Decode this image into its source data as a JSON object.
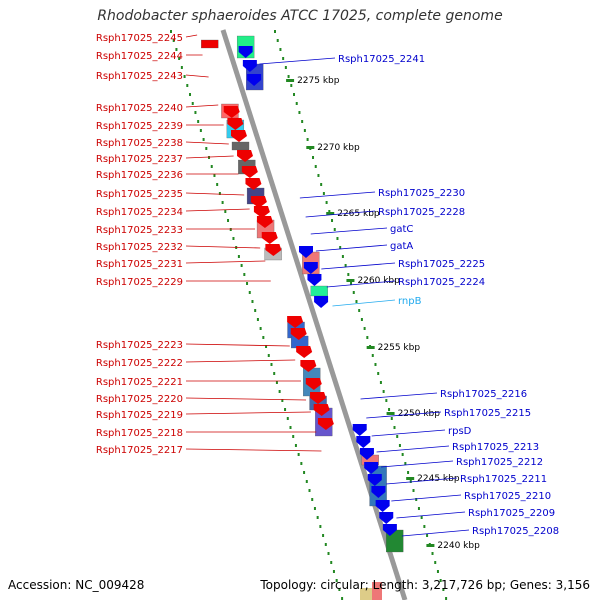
{
  "title": "Rhodobacter sphaeroides ATCC 17025, complete genome",
  "footer": {
    "accession": "Accession: NC_009428",
    "summary": "Topology: circular; Length: 3,217,726 bp; Genes: 3,156"
  },
  "colors": {
    "left_label": "#cc0000",
    "right_label": "#0000cc",
    "rna_label": "#22aaee",
    "tick": "#228822",
    "backbone": "#999999",
    "forward_gene": "#ee0000",
    "reverse_gene": "#0000ee"
  },
  "scale_labels": [
    "2275 kbp",
    "2270 kbp",
    "2265 kbp",
    "2260 kbp",
    "2255 kbp",
    "2250 kbp",
    "2245 kbp",
    "2240 kbp"
  ],
  "left_labels": [
    "Rsph17025_2245",
    "Rsph17025_2244",
    "Rsph17025_2243",
    "Rsph17025_2240",
    "Rsph17025_2239",
    "Rsph17025_2238",
    "Rsph17025_2237",
    "Rsph17025_2236",
    "Rsph17025_2235",
    "Rsph17025_2234",
    "Rsph17025_2233",
    "Rsph17025_2232",
    "Rsph17025_2231",
    "Rsph17025_2229",
    "Rsph17025_2223",
    "Rsph17025_2222",
    "Rsph17025_2221",
    "Rsph17025_2220",
    "Rsph17025_2219",
    "Rsph17025_2218",
    "Rsph17025_2217"
  ],
  "right_labels": [
    "Rsph17025_2241",
    "Rsph17025_2230",
    "Rsph17025_2228",
    "gatC",
    "gatA",
    "Rsph17025_2225",
    "Rsph17025_2224",
    "rnpB",
    "Rsph17025_2216",
    "Rsph17025_2215",
    "rpsD",
    "Rsph17025_2213",
    "Rsph17025_2212",
    "Rsph17025_2211",
    "Rsph17025_2210",
    "Rsph17025_2209",
    "Rsph17025_2208"
  ]
}
